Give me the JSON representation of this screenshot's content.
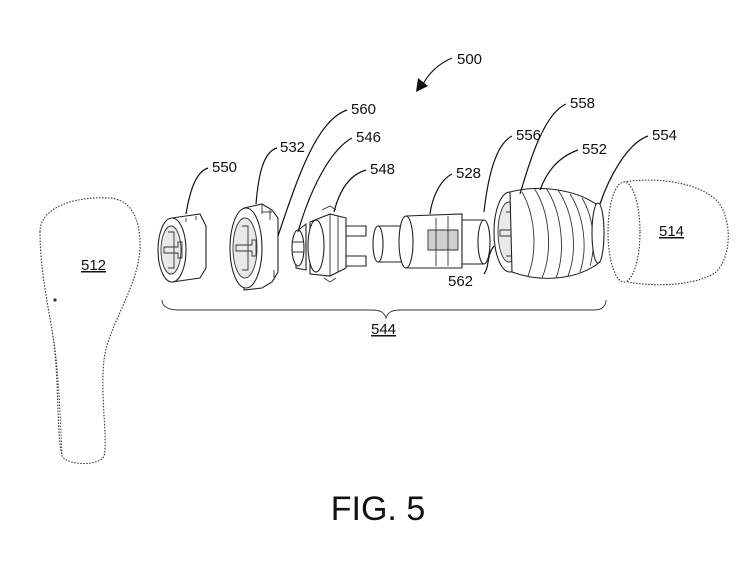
{
  "figure_caption": "FIG. 5",
  "reference_numerals": {
    "assembly": "500",
    "housing_body": "512",
    "end_cap": "514",
    "subassembly": "544",
    "r550": "550",
    "r532": "532",
    "r560": "560",
    "r546": "546",
    "r548": "548",
    "r528": "528",
    "r556": "556",
    "r558": "558",
    "r552": "552",
    "r554": "554",
    "r562": "562"
  }
}
